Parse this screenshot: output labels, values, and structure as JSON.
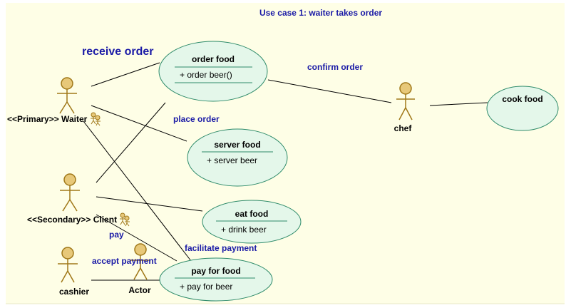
{
  "title": "Use case 1: waiter takes order",
  "colors": {
    "background": "#fefee6",
    "usecase_fill": "#e4f7ea",
    "usecase_stroke": "#2e8b6a",
    "actor_fill": "#e7c879",
    "actor_stroke": "#a07818",
    "label_blue": "#1a1aa6",
    "line": "#000000"
  },
  "labels": {
    "receive_order": "receive order",
    "confirm_order": "confirm order",
    "place_order": "place order",
    "facilitate_payment": "facilitate payment",
    "pay": "pay",
    "accept_payment": "accept payment"
  },
  "actors": {
    "waiter": "<<Primary>> Waiter",
    "client": "<<Secondary>> Client",
    "chef": "chef",
    "cashier": "cashier",
    "actor": "Actor"
  },
  "usecases": {
    "order_food": {
      "name": "order food",
      "op": "+ order beer()"
    },
    "server_food": {
      "name": "server food",
      "op": "+ server beer"
    },
    "eat_food": {
      "name": "eat food",
      "op": "+ drink beer"
    },
    "pay_for_food": {
      "name": "pay for food",
      "op": "+ pay for beer"
    },
    "cook_food": {
      "name": "cook food"
    }
  }
}
